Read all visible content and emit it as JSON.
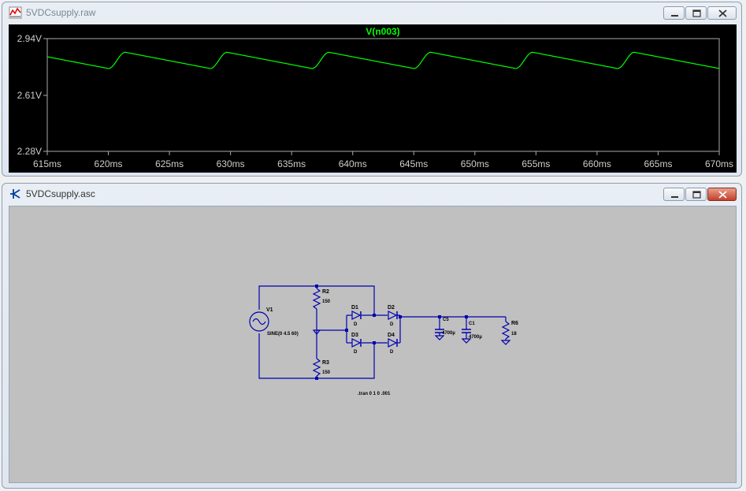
{
  "waveform_window": {
    "title": "5VDCsupply.raw",
    "trace_label": "V(n003)",
    "trace_color": "#00ff00",
    "background_color": "#000000",
    "axis_color": "#aaaaaa",
    "y_ticks": [
      "2.94V",
      "2.61V",
      "2.28V"
    ],
    "x_ticks": [
      "615ms",
      "620ms",
      "625ms",
      "630ms",
      "635ms",
      "640ms",
      "645ms",
      "650ms",
      "655ms",
      "660ms",
      "665ms",
      "670ms"
    ],
    "controls": {
      "minimize_icon": "minimize-icon",
      "maximize_icon": "maximize-icon",
      "close_icon": "close-icon"
    },
    "icon": "waveform-icon"
  },
  "schematic_window": {
    "title": "5VDCsupply.asc",
    "icon": "schematic-icon",
    "background_color": "#c0c0c0",
    "wire_color": "#0000b0",
    "labels": {
      "V1": "V1",
      "V1_value": "SINE(0 4.5 60)",
      "R2": "R2",
      "R2_value": "150",
      "R3": "R3",
      "R3_value": "150",
      "D1": "D1",
      "D1_model": "D",
      "D2": "D2",
      "D2_model": "D",
      "D3": "D3",
      "D3_model": "D",
      "D4": "D4",
      "D4_model": "D",
      "C5": "C5",
      "C5_value": "4700µ",
      "C1": "C1",
      "C1_value": "4700µ",
      "R6": "R6",
      "R6_value": "18",
      "directive": ".tran 0 1 0 .001"
    }
  }
}
